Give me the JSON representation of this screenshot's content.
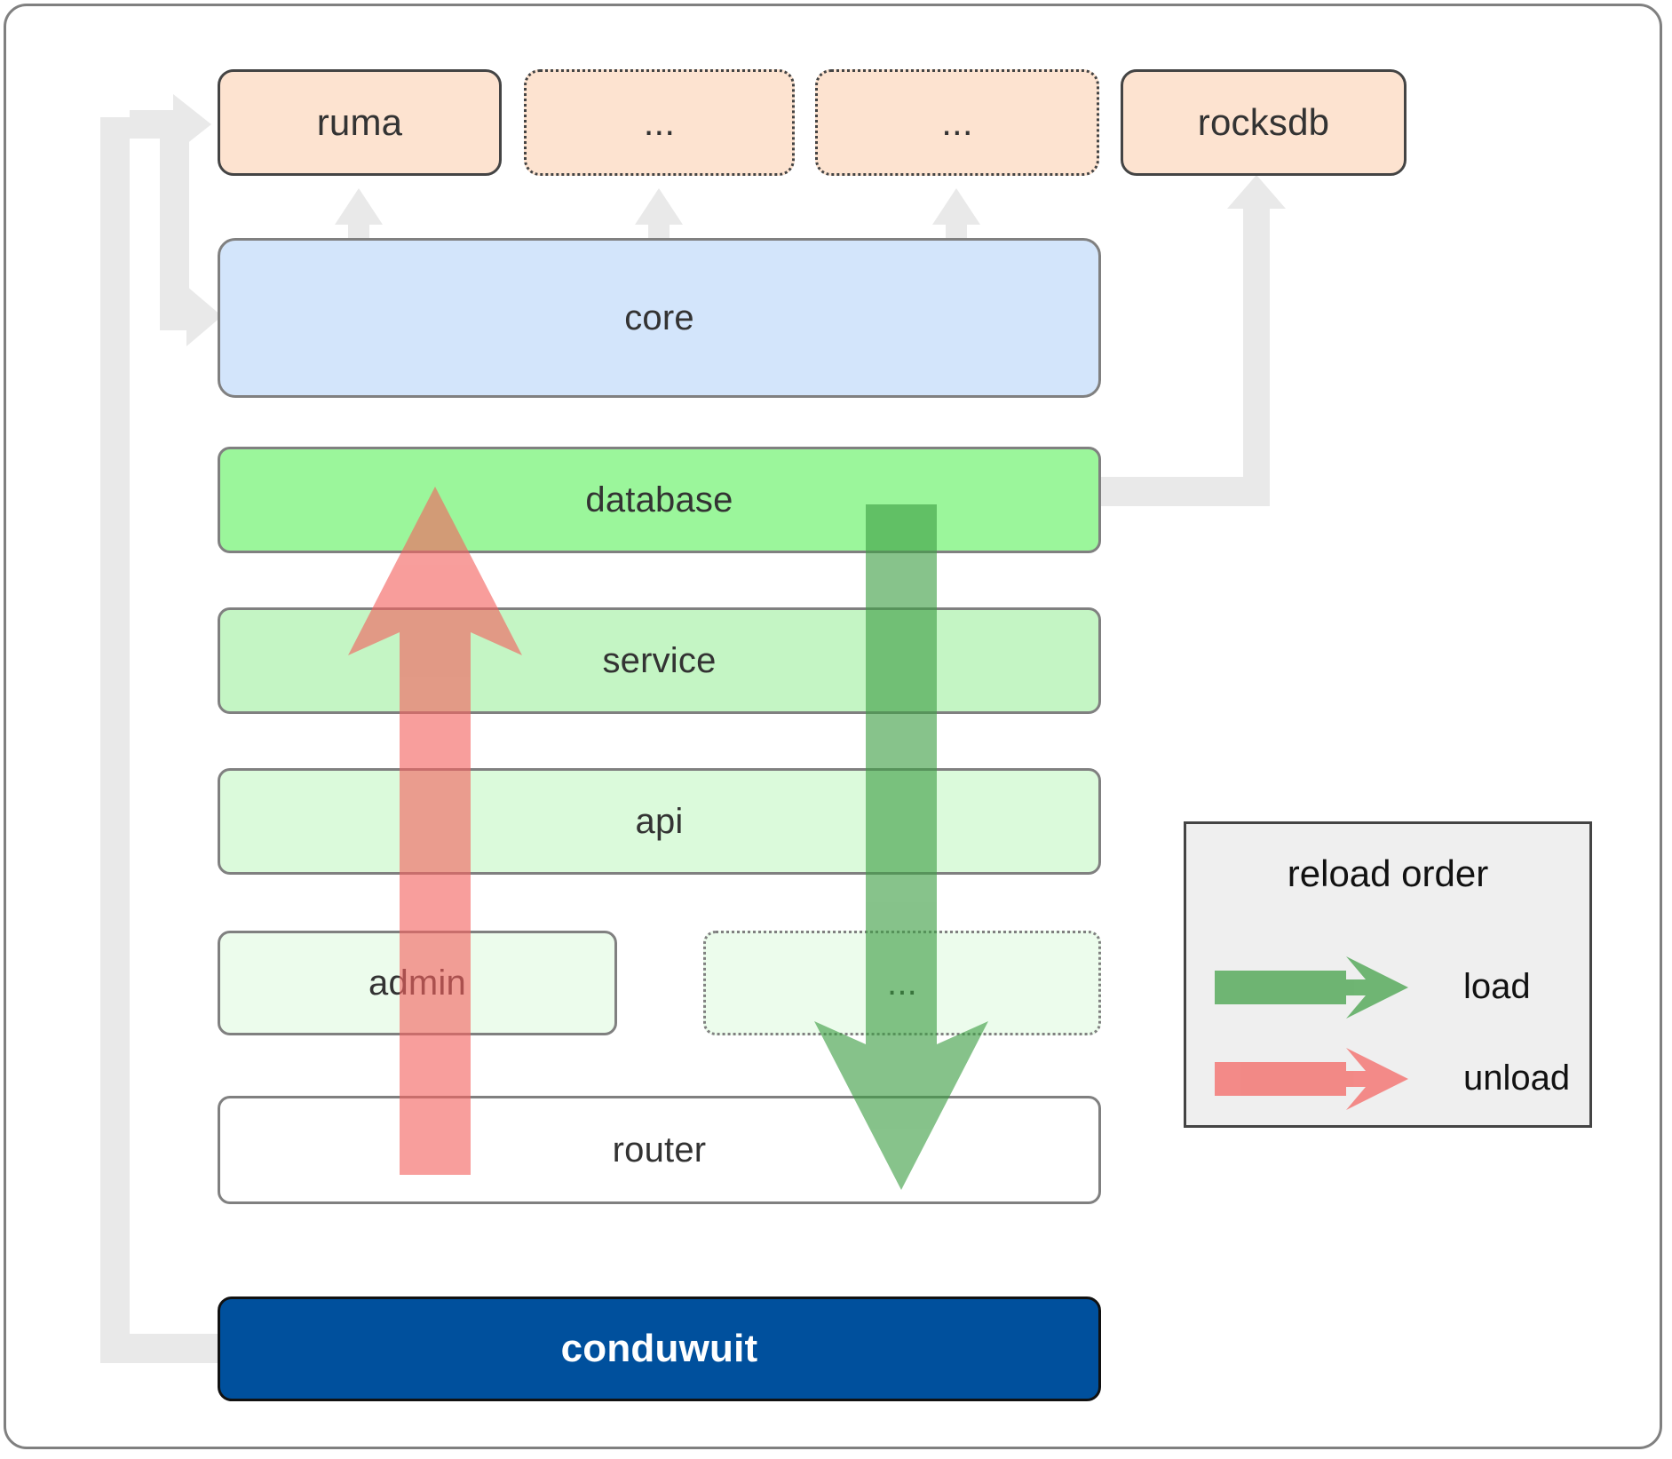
{
  "diagram": {
    "title": "conduwuit crate dependency / reload order diagram",
    "colors": {
      "dependency_fill": "#fde3d0",
      "core_fill": "#d3e5fb",
      "database_fill": "#9bf69b",
      "service_fill": "#c4f5c4",
      "api_fill": "#dbfadb",
      "admin_fill": "#ecfcec",
      "router_fill": "#ffffff",
      "app_fill": "#00509d",
      "wire": "#e8e8e8",
      "load_arrow": "#4caf50",
      "unload_arrow": "#f87171",
      "legend_bg": "#efefef"
    },
    "dependencies": [
      {
        "id": "ruma",
        "label": "ruma",
        "style": "solid"
      },
      {
        "id": "dots-1",
        "label": "...",
        "style": "dotted"
      },
      {
        "id": "dots-2",
        "label": "...",
        "style": "dotted"
      },
      {
        "id": "rocksdb",
        "label": "rocksdb",
        "style": "solid"
      }
    ],
    "stack": [
      {
        "id": "core",
        "label": "core",
        "style": "solid"
      },
      {
        "id": "database",
        "label": "database",
        "style": "solid"
      },
      {
        "id": "service",
        "label": "service",
        "style": "solid"
      },
      {
        "id": "api",
        "label": "api",
        "style": "solid"
      },
      {
        "id": "admin",
        "label": "admin",
        "style": "solid"
      },
      {
        "id": "dots-low",
        "label": "...",
        "style": "dotted"
      },
      {
        "id": "router",
        "label": "router",
        "style": "solid"
      }
    ],
    "application": {
      "id": "conduwuit",
      "label": "conduwuit"
    },
    "legend": {
      "title": "reload order",
      "items": [
        {
          "id": "load",
          "label": "load",
          "color": "#4caf50",
          "direction": "right"
        },
        {
          "id": "unload",
          "label": "unload",
          "color": "#f87171",
          "direction": "right"
        }
      ]
    },
    "flows": [
      {
        "id": "unload-flow",
        "label": "unload",
        "direction": "up",
        "color": "#f87171",
        "from": "router",
        "to": "database"
      },
      {
        "id": "load-flow",
        "label": "load",
        "direction": "down",
        "color": "#4caf50",
        "from": "database",
        "to": "router"
      }
    ]
  }
}
